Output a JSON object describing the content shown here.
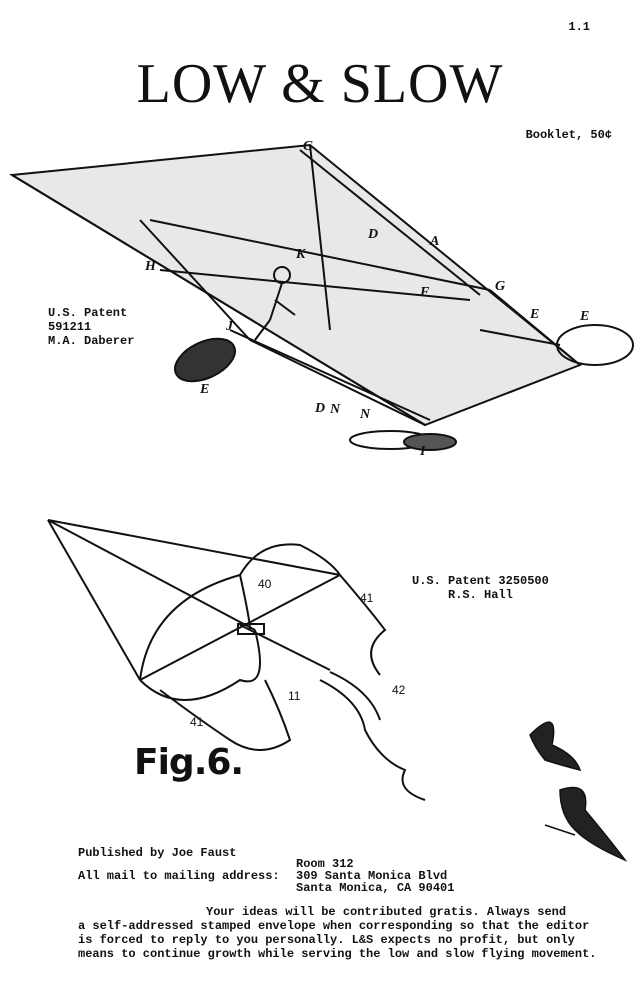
{
  "page": {
    "issue_number": "1.1",
    "title": "LOW & SLOW",
    "price": "Booklet, 50¢"
  },
  "patent_one": {
    "line1": "U.S. Patent",
    "line2": "591211",
    "line3": "M.A. Daberer"
  },
  "patent_two": {
    "line1": "U.S. Patent 3250500",
    "line2": "R.S. Hall"
  },
  "figure": {
    "caption": "Fig.6.",
    "labels": [
      "40",
      "41",
      "11",
      "42",
      "41"
    ],
    "letters": [
      "C",
      "A",
      "D",
      "K",
      "F",
      "G",
      "E",
      "E",
      "J",
      "N",
      "N",
      "D",
      "E",
      "I",
      "H"
    ]
  },
  "footer": {
    "publisher": "Published by Joe Faust",
    "mail_label": "All mail to mailing address:",
    "address_line1": "Room 312",
    "address_line2": "309 Santa Monica Blvd",
    "address_line3": "Santa Monica, CA 90401",
    "body_line1": "Your ideas will be contributed gratis. Always send",
    "body_line2": "a self-addressed stamped envelope when corresponding so that the editor",
    "body_line3": "is forced to reply to you personally. L&S expects no profit, but only",
    "body_line4": "means to continue growth while serving the low and slow flying movement."
  }
}
